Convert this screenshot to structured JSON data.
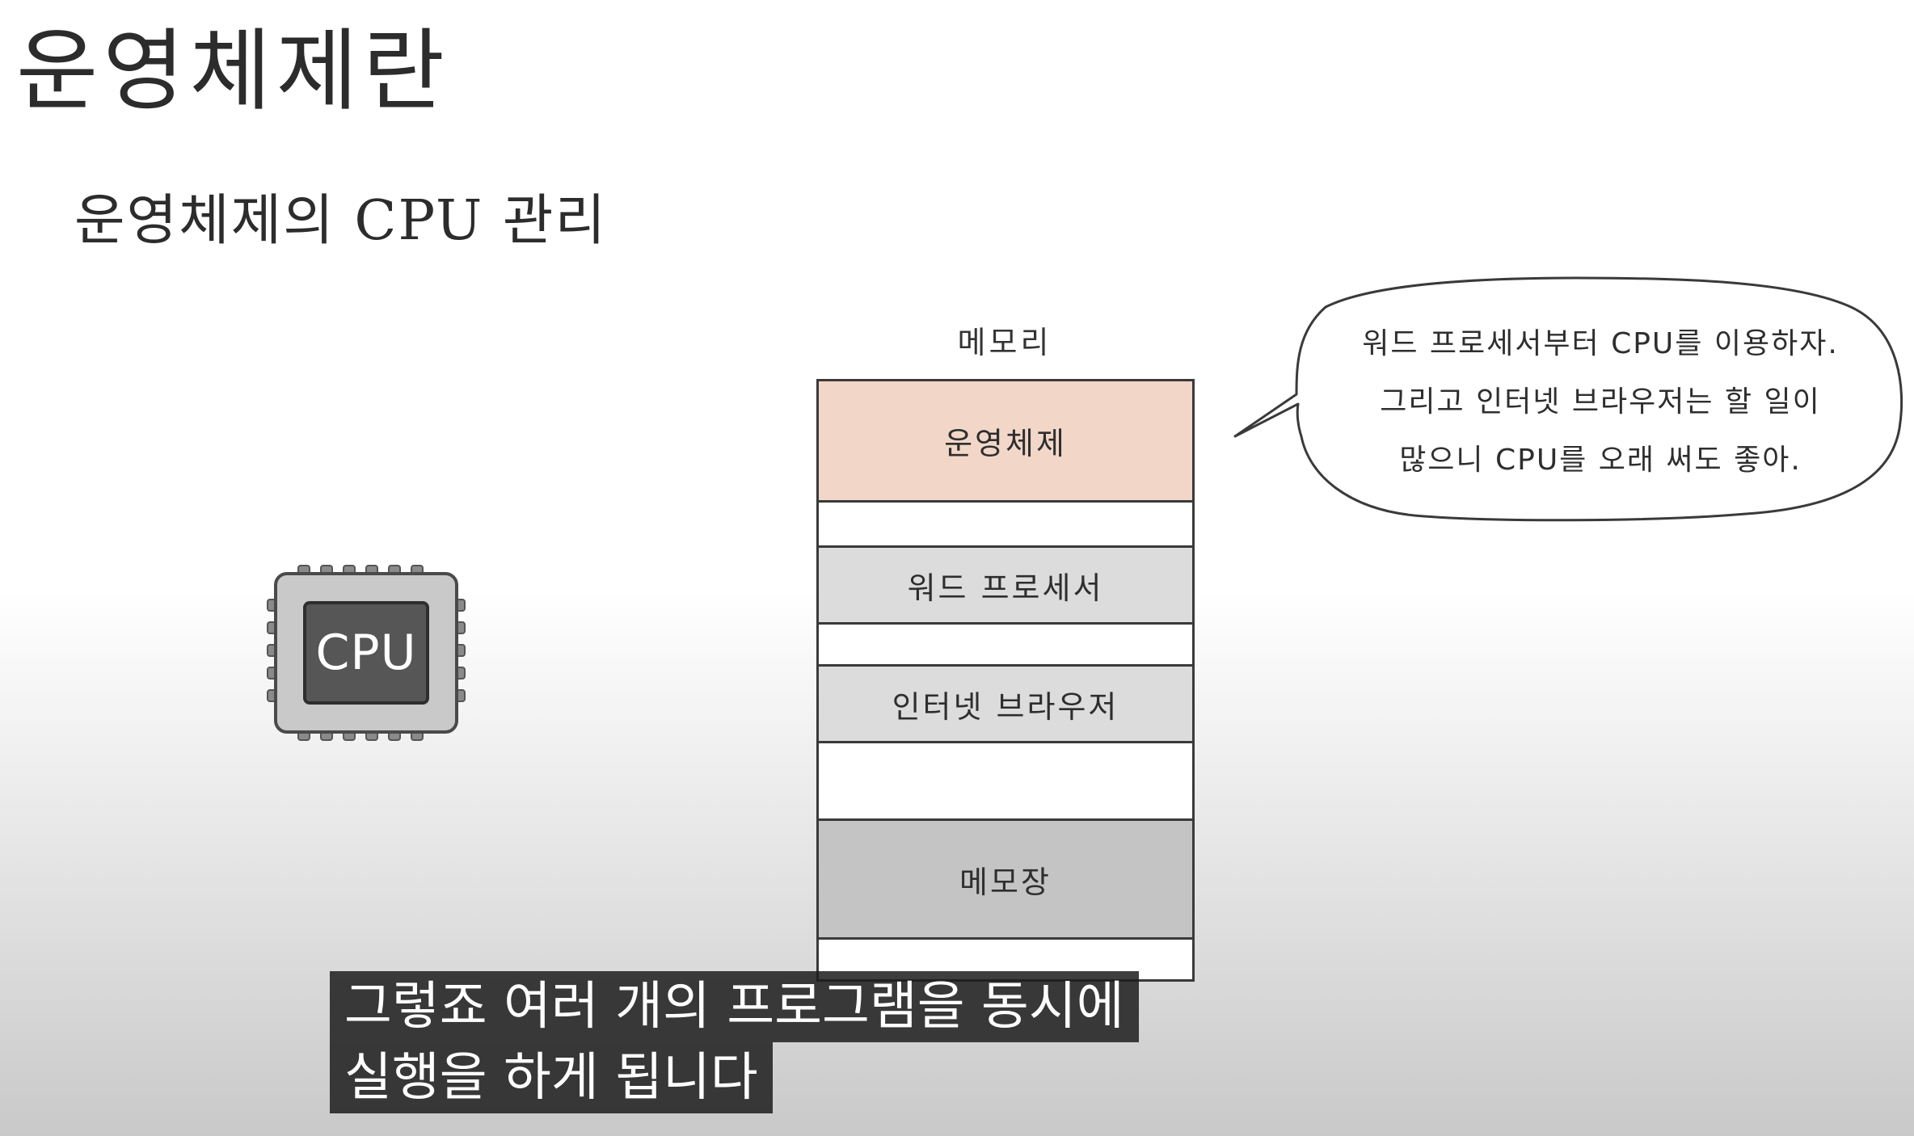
{
  "title": "운영체제란",
  "subtitle": "운영체제의 CPU 관리",
  "cpu": {
    "label": "CPU"
  },
  "memory": {
    "title": "메모리",
    "blocks": [
      {
        "label": "운영체제",
        "color": "#f2d7c8"
      },
      {
        "label": "워드 프로세서",
        "color": "#dcdcdc"
      },
      {
        "label": "인터넷 브라우저",
        "color": "#dcdcdc"
      },
      {
        "label": "메모장",
        "color": "#c4c4c4"
      }
    ]
  },
  "speech_bubble": {
    "lines": [
      "워드 프로세서부터 CPU를 이용하자.",
      "그리고 인터넷 브라우저는 할 일이",
      "많으니 CPU를 오래 써도 좋아."
    ]
  },
  "caption": {
    "lines": [
      "그렇죠 여러 개의 프로그램을 동시에",
      "실행을 하게 됩니다"
    ]
  }
}
